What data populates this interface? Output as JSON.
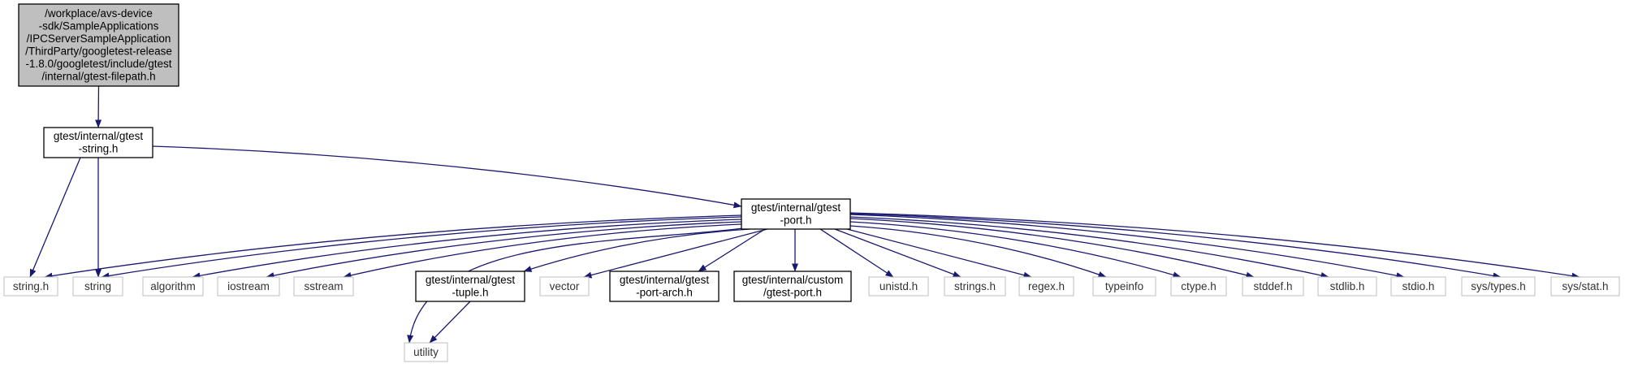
{
  "nodes": [
    {
      "id": "root",
      "style": "root",
      "lines": [
        "/workplace/avs-device",
        "-sdk/SampleApplications",
        "/IPCServerSampleApplication",
        "/ThirdParty/googletest-release",
        "-1.8.0/googletest/include/gtest",
        "/internal/gtest-filepath.h"
      ]
    },
    {
      "id": "gtest_string",
      "style": "normal",
      "lines": [
        "gtest/internal/gtest",
        "-string.h"
      ]
    },
    {
      "id": "gtest_port",
      "style": "normal",
      "lines": [
        "gtest/internal/gtest",
        "-port.h"
      ]
    },
    {
      "id": "string_h",
      "style": "external",
      "lines": [
        "string.h"
      ]
    },
    {
      "id": "string",
      "style": "external",
      "lines": [
        "string"
      ]
    },
    {
      "id": "algorithm",
      "style": "external",
      "lines": [
        "algorithm"
      ]
    },
    {
      "id": "iostream",
      "style": "external",
      "lines": [
        "iostream"
      ]
    },
    {
      "id": "sstream",
      "style": "external",
      "lines": [
        "sstream"
      ]
    },
    {
      "id": "gtest_tuple",
      "style": "normal",
      "lines": [
        "gtest/internal/gtest",
        "-tuple.h"
      ]
    },
    {
      "id": "vector",
      "style": "external",
      "lines": [
        "vector"
      ]
    },
    {
      "id": "gtest_port_arch",
      "style": "normal",
      "lines": [
        "gtest/internal/gtest",
        "-port-arch.h"
      ]
    },
    {
      "id": "custom_port",
      "style": "normal",
      "lines": [
        "gtest/internal/custom",
        "/gtest-port.h"
      ]
    },
    {
      "id": "unistd",
      "style": "external",
      "lines": [
        "unistd.h"
      ]
    },
    {
      "id": "strings_h",
      "style": "external",
      "lines": [
        "strings.h"
      ]
    },
    {
      "id": "regex",
      "style": "external",
      "lines": [
        "regex.h"
      ]
    },
    {
      "id": "typeinfo",
      "style": "external",
      "lines": [
        "typeinfo"
      ]
    },
    {
      "id": "ctype",
      "style": "external",
      "lines": [
        "ctype.h"
      ]
    },
    {
      "id": "stddef",
      "style": "external",
      "lines": [
        "stddef.h"
      ]
    },
    {
      "id": "stdlib",
      "style": "external",
      "lines": [
        "stdlib.h"
      ]
    },
    {
      "id": "stdio",
      "style": "external",
      "lines": [
        "stdio.h"
      ]
    },
    {
      "id": "sys_types",
      "style": "external",
      "lines": [
        "sys/types.h"
      ]
    },
    {
      "id": "sys_stat",
      "style": "external",
      "lines": [
        "sys/stat.h"
      ]
    },
    {
      "id": "utility",
      "style": "external",
      "lines": [
        "utility"
      ]
    }
  ],
  "edges": [
    {
      "from": "root",
      "to": "gtest_string"
    },
    {
      "from": "gtest_string",
      "to": "string_h"
    },
    {
      "from": "gtest_string",
      "to": "string"
    },
    {
      "from": "gtest_string",
      "to": "gtest_port"
    },
    {
      "from": "gtest_port",
      "to": "string_h"
    },
    {
      "from": "gtest_port",
      "to": "string"
    },
    {
      "from": "gtest_port",
      "to": "algorithm"
    },
    {
      "from": "gtest_port",
      "to": "iostream"
    },
    {
      "from": "gtest_port",
      "to": "sstream"
    },
    {
      "from": "gtest_port",
      "to": "utility"
    },
    {
      "from": "gtest_port",
      "to": "gtest_tuple"
    },
    {
      "from": "gtest_port",
      "to": "vector"
    },
    {
      "from": "gtest_port",
      "to": "gtest_port_arch"
    },
    {
      "from": "gtest_port",
      "to": "custom_port"
    },
    {
      "from": "gtest_port",
      "to": "unistd"
    },
    {
      "from": "gtest_port",
      "to": "strings_h"
    },
    {
      "from": "gtest_port",
      "to": "regex"
    },
    {
      "from": "gtest_port",
      "to": "typeinfo"
    },
    {
      "from": "gtest_port",
      "to": "ctype"
    },
    {
      "from": "gtest_port",
      "to": "stddef"
    },
    {
      "from": "gtest_port",
      "to": "stdlib"
    },
    {
      "from": "gtest_port",
      "to": "stdio"
    },
    {
      "from": "gtest_port",
      "to": "sys_types"
    },
    {
      "from": "gtest_port",
      "to": "sys_stat"
    },
    {
      "from": "gtest_tuple",
      "to": "utility"
    }
  ],
  "colors": {
    "root_fill": "#bfbfbf",
    "normal_fill": "#ffffff",
    "normal_border": "#000000",
    "external_border": "#bfbfbf",
    "edge": "#191970"
  }
}
